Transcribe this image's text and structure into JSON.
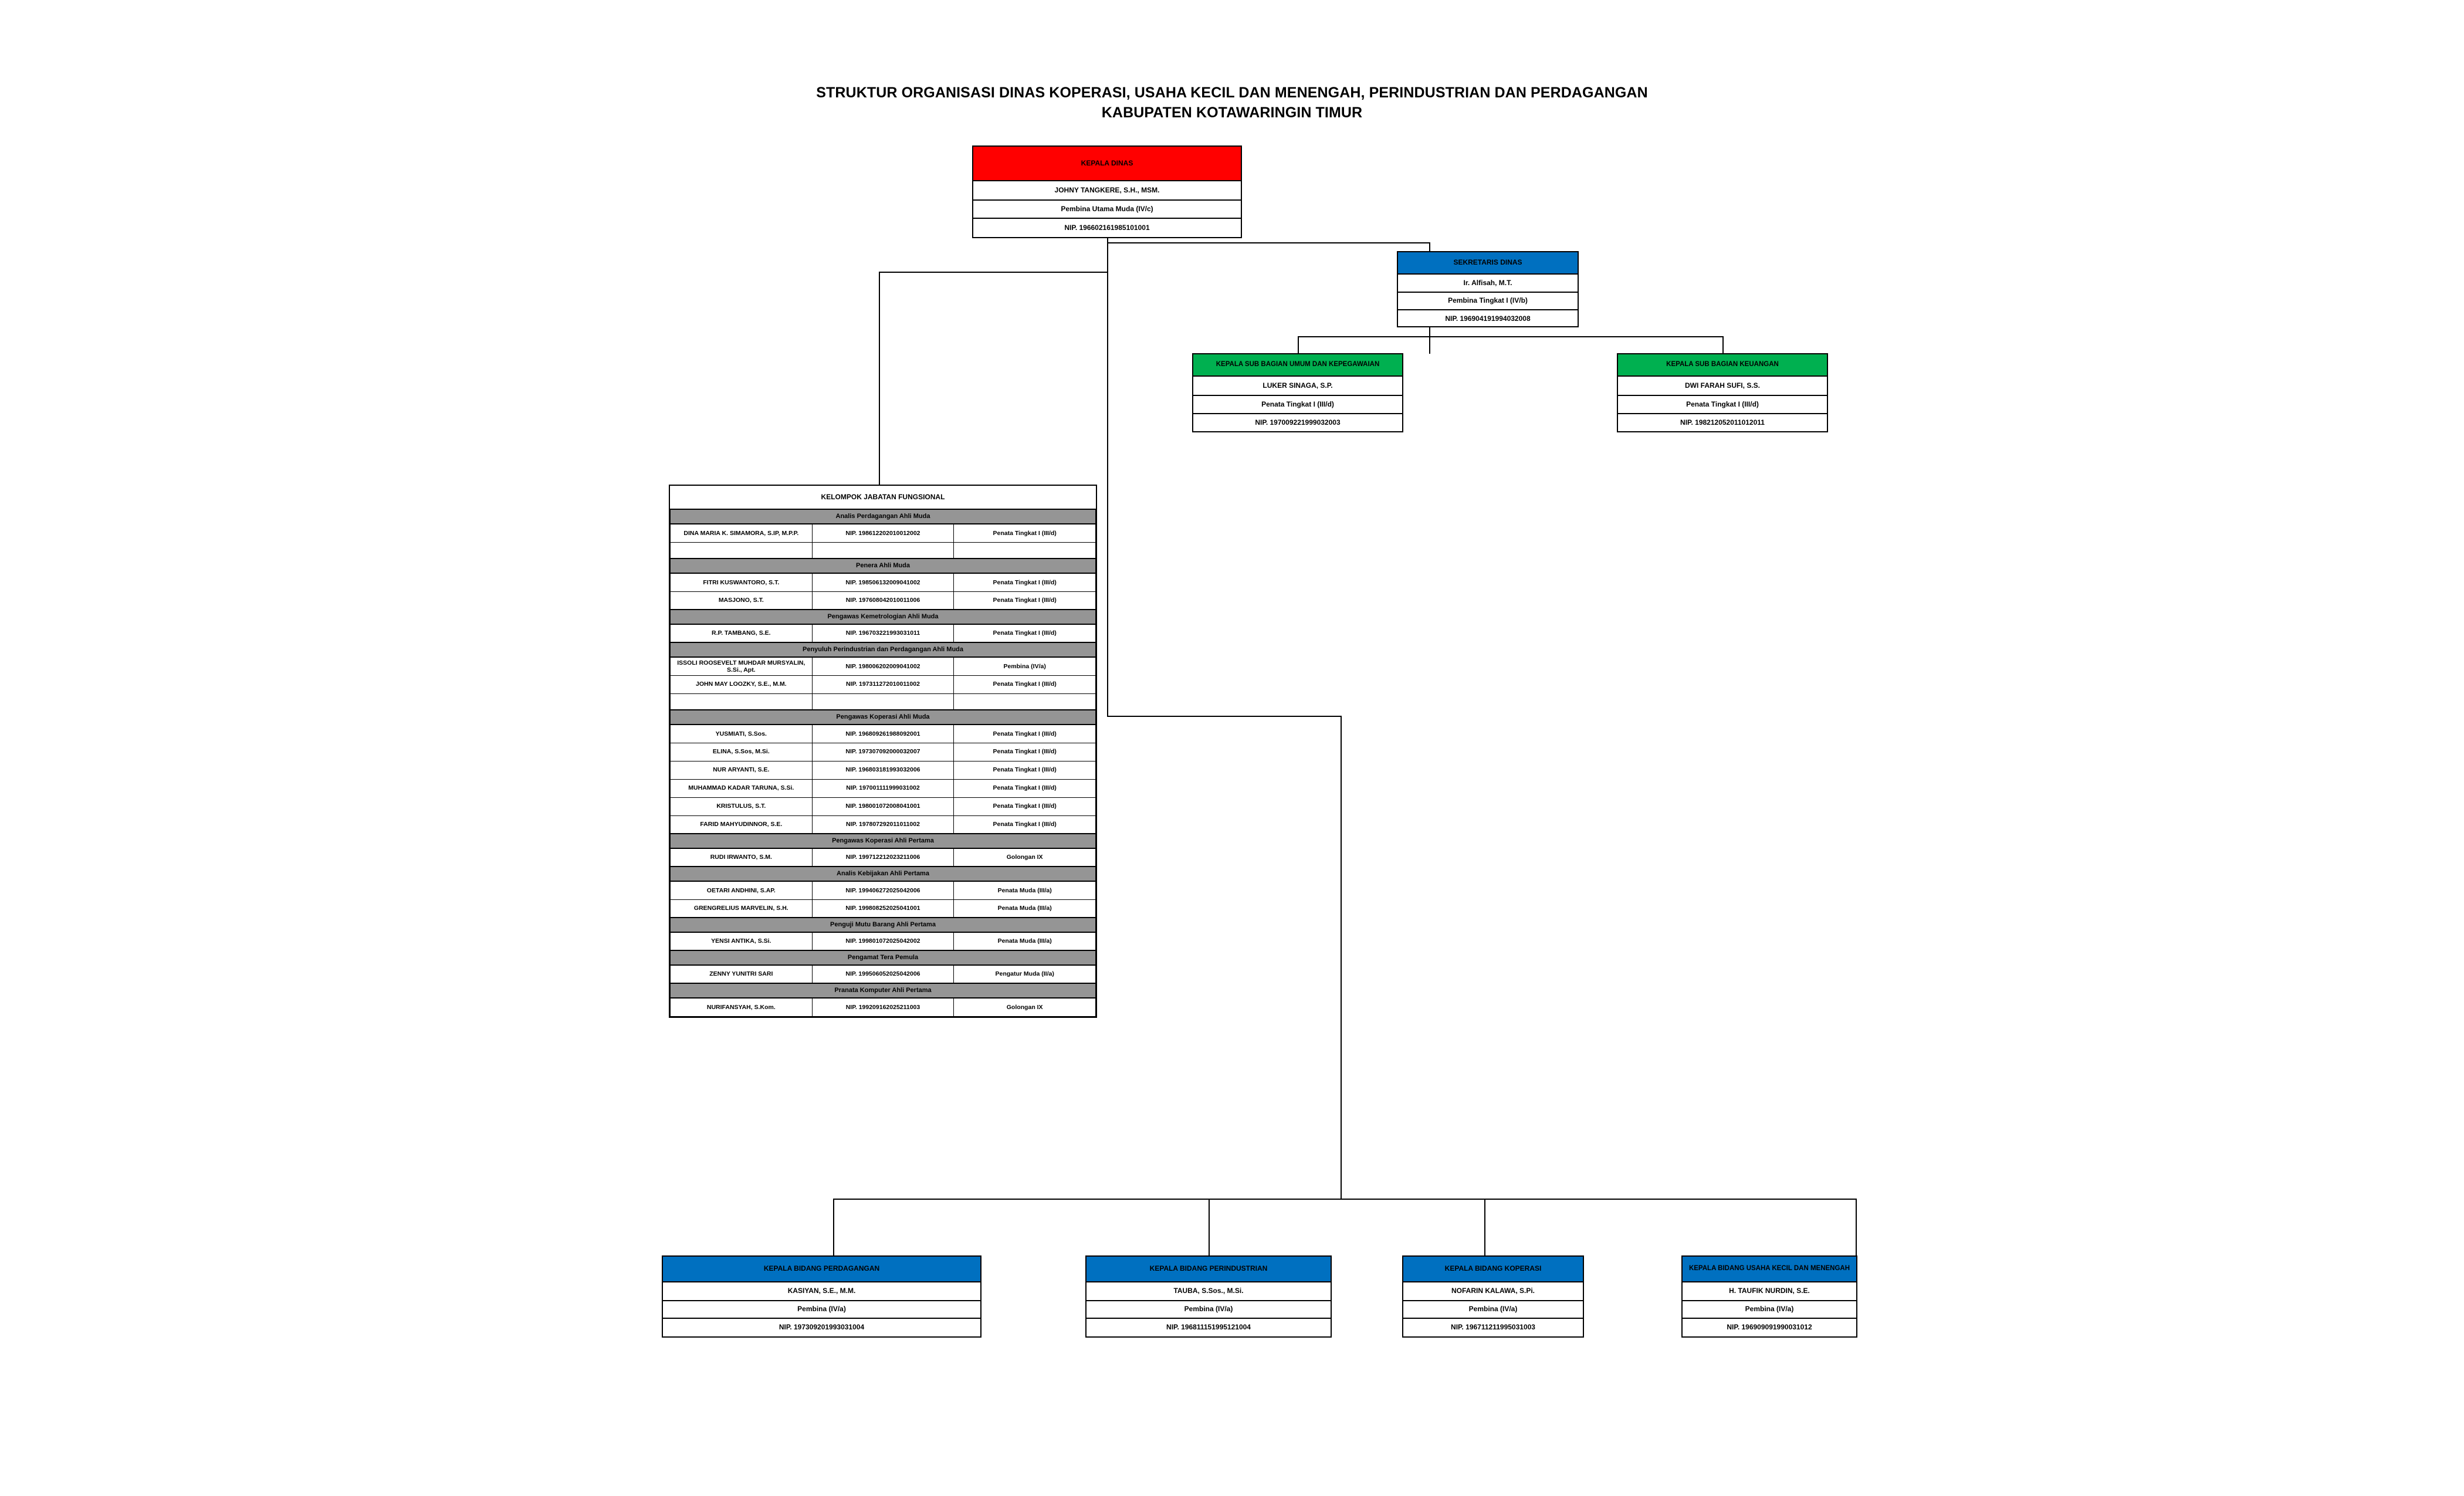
{
  "title": {
    "line1": "STRUKTUR ORGANISASI DINAS KOPERASI, USAHA KECIL DAN MENENGAH, PERINDUSTRIAN DAN PERDAGANGAN",
    "line2": "KABUPATEN KOTAWARINGIN TIMUR"
  },
  "colors": {
    "kepala_dinas": "#FF0000",
    "sekretaris": "#0070C0",
    "sub_bagian": "#00B050",
    "bidang": "#0070C0",
    "group_header": "#959595",
    "border": "#000000"
  },
  "kepala_dinas": {
    "header": "KEPALA DINAS",
    "name": "JOHNY TANGKERE, S.H., MSM.",
    "rank": "Pembina Utama Muda (IV/c)",
    "nip": "NIP. 196602161985101001"
  },
  "sekretaris": {
    "header": "SEKRETARIS DINAS",
    "name": "Ir. Alfisah, M.T.",
    "rank": "Pembina Tingkat I (IV/b)",
    "nip": "NIP. 196904191994032008"
  },
  "sub_bagian": [
    {
      "header": "KEPALA SUB BAGIAN UMUM DAN KEPEGAWAIAN",
      "name": "LUKER SINAGA, S.P.",
      "rank": "Penata Tingkat I (III/d)",
      "nip": "NIP. 197009221999032003"
    },
    {
      "header": "KEPALA SUB BAGIAN KEUANGAN",
      "name": "DWI FARAH SUFI, S.S.",
      "rank": "Penata Tingkat I (III/d)",
      "nip": "NIP. 198212052011012011"
    }
  ],
  "kelompok_jabatan_fungsional": {
    "title": "KELOMPOK JABATAN FUNGSIONAL",
    "groups": [
      {
        "name": "Analis Perdagangan Ahli Muda",
        "rows": [
          {
            "name": "DINA MARIA K. SIMAMORA, S.IP, M.P.P.",
            "nip": "NIP. 198612202010012002",
            "rank": "Penata Tingkat I (III/d)"
          },
          {
            "name": "",
            "nip": "",
            "rank": ""
          }
        ]
      },
      {
        "name": "Penera Ahli Muda",
        "rows": [
          {
            "name": "FITRI KUSWANTORO, S.T.",
            "nip": "NIP. 198506132009041002",
            "rank": "Penata Tingkat I (III/d)"
          },
          {
            "name": "MASJONO, S.T.",
            "nip": "NIP. 197608042010011006",
            "rank": "Penata Tingkat I (III/d)"
          }
        ]
      },
      {
        "name": "Pengawas Kemetrologian Ahli Muda",
        "rows": [
          {
            "name": "R.P. TAMBANG, S.E.",
            "nip": "NIP. 196703221993031011",
            "rank": "Penata Tingkat I (III/d)"
          }
        ]
      },
      {
        "name": "Penyuluh Perindustrian dan Perdagangan Ahli Muda",
        "rows": [
          {
            "name": "ISSOLI ROOSEVELT MUHDAR MURSYALIN, S.Si., Apt.",
            "nip": "NIP. 198006202009041002",
            "rank": "Pembina (IV/a)"
          },
          {
            "name": "JOHN MAY LOOZKY, S.E., M.M.",
            "nip": "NIP. 197311272010011002",
            "rank": "Penata Tingkat I (III/d)"
          },
          {
            "name": "",
            "nip": "",
            "rank": ""
          }
        ]
      },
      {
        "name": "Pengawas Koperasi Ahli Muda",
        "rows": [
          {
            "name": "YUSMIATI, S.Sos.",
            "nip": "NIP. 196809261988092001",
            "rank": "Penata Tingkat I (III/d)"
          },
          {
            "name": "ELINA, S.Sos, M.Si.",
            "nip": "NIP. 197307092000032007",
            "rank": "Penata Tingkat I (III/d)"
          },
          {
            "name": "NUR ARYANTI, S.E.",
            "nip": "NIP. 196803181993032006",
            "rank": "Penata Tingkat I (III/d)"
          },
          {
            "name": "MUHAMMAD KADAR TARUNA, S.Si.",
            "nip": "NIP. 197001111999031002",
            "rank": "Penata Tingkat I (III/d)"
          },
          {
            "name": "KRISTULUS, S.T.",
            "nip": "NIP. 198001072008041001",
            "rank": "Penata Tingkat I (III/d)"
          },
          {
            "name": "FARID MAHYUDINNOR, S.E.",
            "nip": "NIP. 197807292011011002",
            "rank": "Penata Tingkat I (III/d)"
          }
        ]
      },
      {
        "name": "Pengawas Koperasi Ahli Pertama",
        "rows": [
          {
            "name": "RUDI IRWANTO, S.M.",
            "nip": "NIP. 199712212023211006",
            "rank": "Golongan IX"
          }
        ]
      },
      {
        "name": "Analis Kebijakan Ahli Pertama",
        "rows": [
          {
            "name": "OETARI ANDHINI, S.AP.",
            "nip": "NIP. 199406272025042006",
            "rank": "Penata Muda (III/a)"
          },
          {
            "name": "GRENGRELIUS MARVELIN, S.H.",
            "nip": "NIP. 199808252025041001",
            "rank": "Penata Muda (III/a)"
          }
        ]
      },
      {
        "name": "Penguji Mutu Barang Ahli Pertama",
        "rows": [
          {
            "name": "YENSI ANTIKA, S.Si.",
            "nip": "NIP. 199801072025042002",
            "rank": "Penata Muda (III/a)"
          }
        ]
      },
      {
        "name": "Pengamat Tera Pemula",
        "rows": [
          {
            "name": "ZENNY YUNITRI SARI",
            "nip": "NIP. 199506052025042006",
            "rank": "Pengatur Muda (II/a)"
          }
        ]
      },
      {
        "name": "Pranata Komputer Ahli Pertama",
        "rows": [
          {
            "name": "NURIFANSYAH, S.Kom.",
            "nip": "NIP. 199209162025211003",
            "rank": "Golongan IX"
          }
        ]
      }
    ]
  },
  "bidang": [
    {
      "header": "KEPALA BIDANG PERDAGANGAN",
      "name": "KASIYAN, S.E., M.M.",
      "rank": "Pembina (IV/a)",
      "nip": "NIP. 197309201993031004"
    },
    {
      "header": "KEPALA BIDANG PERINDUSTRIAN",
      "name": "TAUBA, S.Sos., M.Si.",
      "rank": "Pembina (IV/a)",
      "nip": "NIP. 196811151995121004"
    },
    {
      "header": "KEPALA BIDANG KOPERASI",
      "name": "NOFARIN KALAWA, S.Pi.",
      "rank": "Pembina (IV/a)",
      "nip": "NIP. 196711211995031003"
    },
    {
      "header": "KEPALA BIDANG USAHA KECIL DAN MENENGAH",
      "name": "H. TAUFIK NURDIN, S.E.",
      "rank": "Pembina (IV/a)",
      "nip": "NIP. 196909091990031012"
    }
  ]
}
